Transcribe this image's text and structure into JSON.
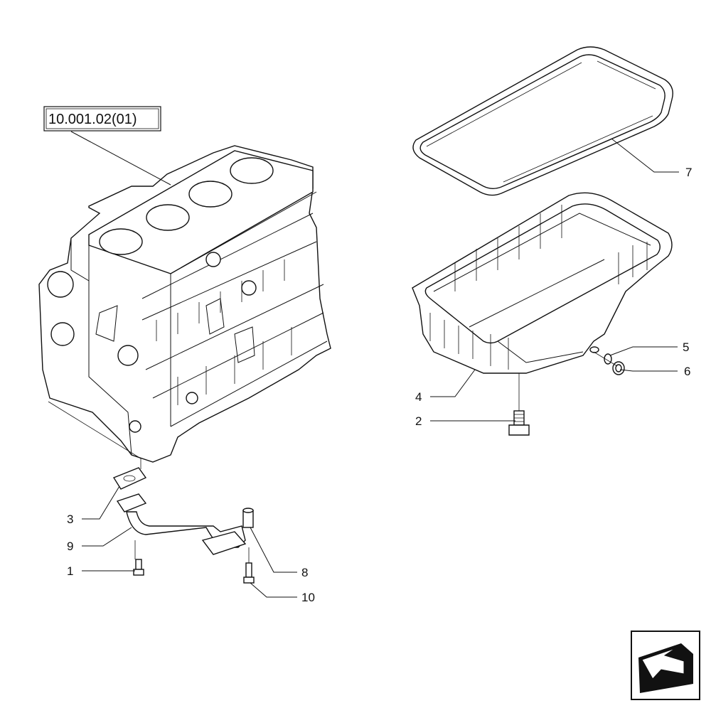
{
  "reference": {
    "label": "10.001.02(01)"
  },
  "callouts": [
    {
      "id": "c7",
      "text": "7"
    },
    {
      "id": "c5",
      "text": "5"
    },
    {
      "id": "c6",
      "text": "6"
    },
    {
      "id": "c4",
      "text": "4"
    },
    {
      "id": "c2",
      "text": "2"
    },
    {
      "id": "c3",
      "text": "3"
    },
    {
      "id": "c9",
      "text": "9"
    },
    {
      "id": "c1",
      "text": "1"
    },
    {
      "id": "c8",
      "text": "8"
    },
    {
      "id": "c10",
      "text": "10"
    }
  ],
  "colors": {
    "ink": "#111111",
    "paper": "#ffffff"
  },
  "icons": {
    "nav": "arrow-back-icon"
  }
}
